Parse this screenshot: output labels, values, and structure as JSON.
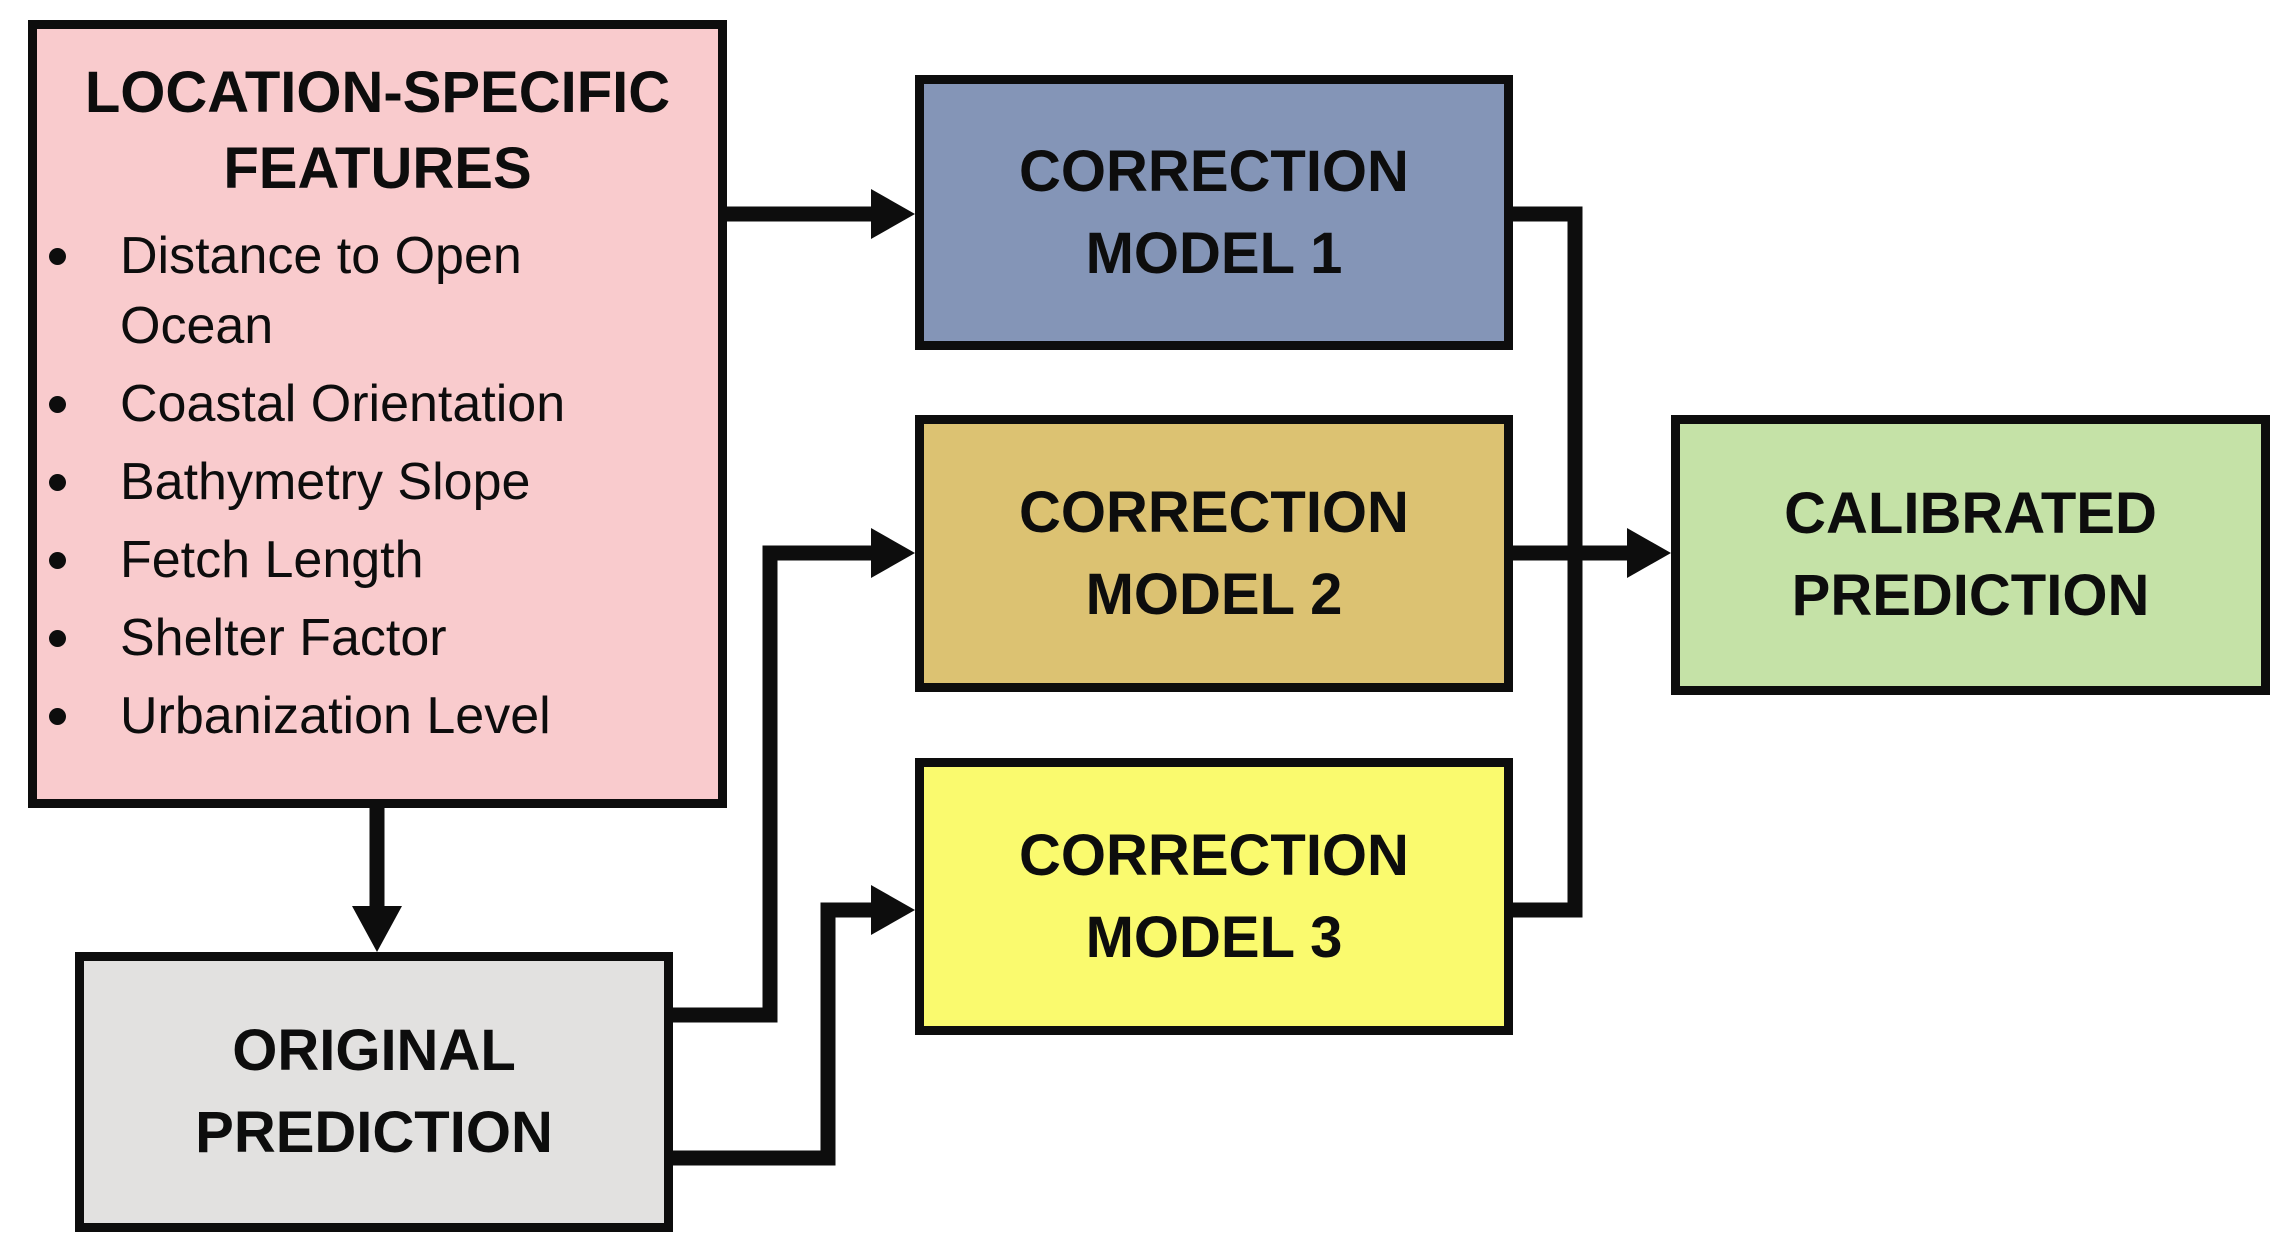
{
  "diagram": {
    "background_color": "#ffffff",
    "line_color": "#0d0d0d",
    "nodes": {
      "features": {
        "title_line1": "LOCATION-SPECIFIC",
        "title_line2": "FEATURES",
        "bullets": [
          "Distance to Open Ocean",
          "Coastal Orientation",
          "Bathymetry Slope",
          "Fetch Length",
          "Shelter Factor",
          "Urbanization Level"
        ],
        "fill": "#F9CBCD"
      },
      "original": {
        "line1": "ORIGINAL",
        "line2": "PREDICTION",
        "fill": "#E2E1E0"
      },
      "model1": {
        "line1": "CORRECTION",
        "line2": "MODEL 1",
        "fill": "#8495B7"
      },
      "model2": {
        "line1": "CORRECTION",
        "line2": "MODEL 2",
        "fill": "#DCC272"
      },
      "model3": {
        "line1": "CORRECTION",
        "line2": "MODEL 3",
        "fill": "#FAFA6E"
      },
      "calibrated": {
        "line1": "CALIBRATED",
        "line2": "PREDICTION",
        "fill": "#C5E2A7"
      }
    },
    "edges": [
      {
        "from": "features",
        "to": "model1"
      },
      {
        "from": "features",
        "to": "original"
      },
      {
        "from": "original",
        "to": "model2"
      },
      {
        "from": "original",
        "to": "model3"
      },
      {
        "from": "model1",
        "to": "calibrated"
      },
      {
        "from": "model2",
        "to": "calibrated"
      },
      {
        "from": "model3",
        "to": "calibrated"
      }
    ]
  }
}
